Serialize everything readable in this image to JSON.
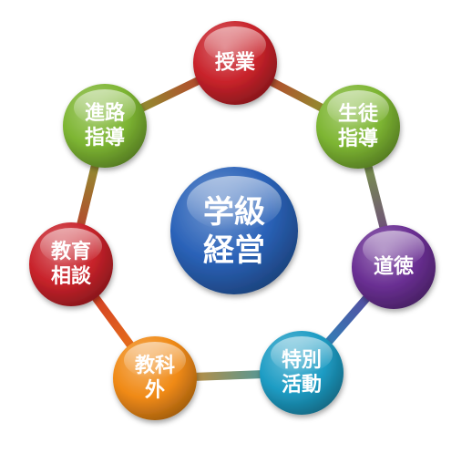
{
  "diagram": {
    "center": {
      "lines": [
        "学級",
        "経営"
      ],
      "color": "#2a62b8"
    },
    "nodes": [
      {
        "id": "jugyo",
        "lines": [
          "授業"
        ],
        "color": "#c8222a"
      },
      {
        "id": "seito",
        "lines": [
          "生徒",
          "指導"
        ],
        "color": "#7db532"
      },
      {
        "id": "dotoku",
        "lines": [
          "道徳"
        ],
        "color": "#6a2f93"
      },
      {
        "id": "tokkatsu",
        "lines": [
          "特別",
          "活動"
        ],
        "color": "#1d9cc4"
      },
      {
        "id": "kyokagai",
        "lines": [
          "教科",
          "外"
        ],
        "color": "#f08a16"
      },
      {
        "id": "kyoiku",
        "lines": [
          "教育",
          "相談"
        ],
        "color": "#c8222a"
      },
      {
        "id": "shinro",
        "lines": [
          "進路",
          "指導"
        ],
        "color": "#7db532"
      }
    ]
  }
}
